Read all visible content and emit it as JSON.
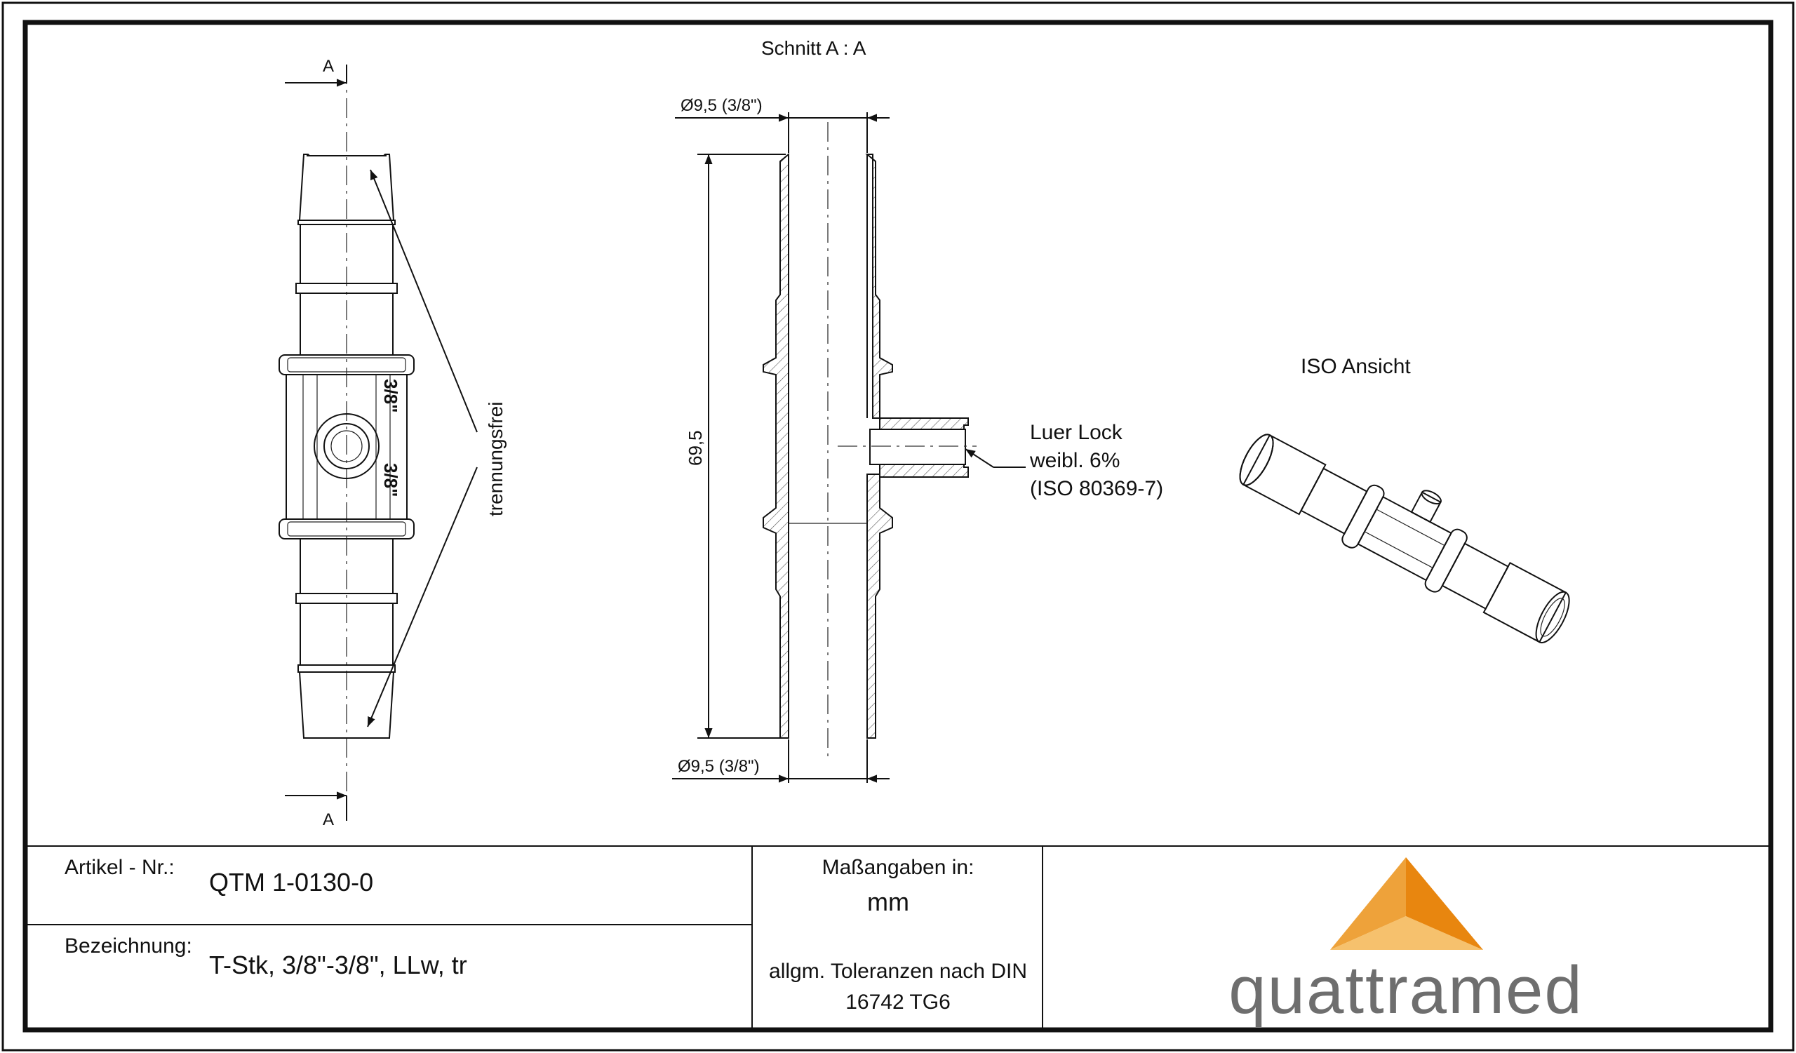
{
  "section_title": "Schnitt A : A",
  "cut_label_top": "A",
  "cut_label_bottom": "A",
  "trennungsfrei_label": "trennungsfrei",
  "dim_top": "Ø9,5 (3/8\")",
  "dim_bottom": "Ø9,5 (3/8\")",
  "dim_length": "69,5",
  "marking_text": "3/8\"",
  "luer_lines": [
    "Luer Lock",
    "weibl. 6%",
    "(ISO 80369-7)"
  ],
  "iso_title": "ISO Ansicht",
  "title_block": {
    "artikel_label": "Artikel - Nr.:",
    "artikel_value": "QTM 1-0130-0",
    "bezeichnung_label": "Bezeichnung:",
    "bezeichnung_value": "T-Stk, 3/8\"-3/8\", LLw, tr",
    "units_label": "Maßangaben in:",
    "units_value": "mm",
    "tolerance_line1": "allgm. Toleranzen nach DIN",
    "tolerance_line2": "16742 TG6"
  },
  "logo": {
    "text": "quattramed",
    "text_color": "#6e6e6e",
    "triangle_colors": [
      "#f6c16d",
      "#eea23a",
      "#e8860f"
    ]
  }
}
